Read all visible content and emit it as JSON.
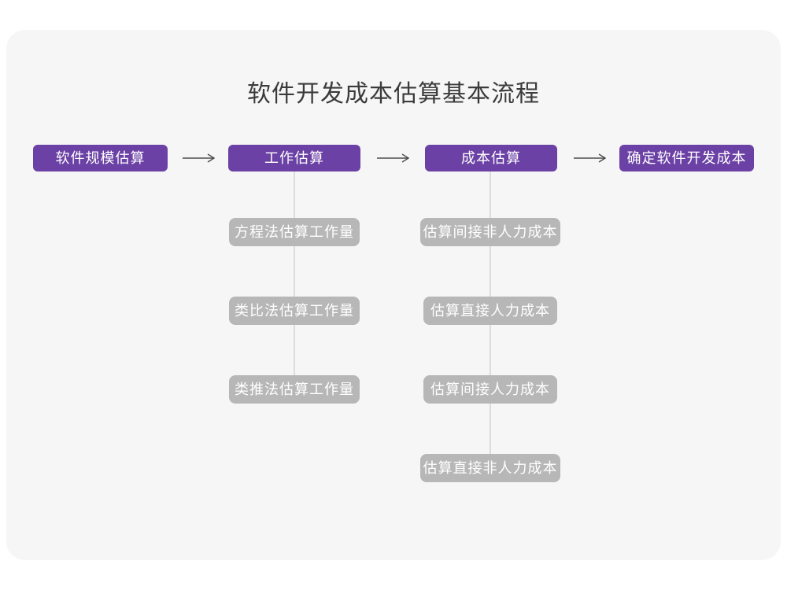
{
  "title": "软件开发成本估算基本流程",
  "colors": {
    "page_background": "#FFFFFF",
    "canvas_background": "#F6F6F6",
    "primary_node": "#6B41A5",
    "secondary_node": "#B7B7B7",
    "node_text": "#FFFFFF",
    "title_text": "#3B3B3B",
    "arrow": "#4D4D4D",
    "connector_line": "#DCDCDC"
  },
  "main_flow": {
    "steps": [
      {
        "label": "软件规模估算"
      },
      {
        "label": "工作估算"
      },
      {
        "label": "成本估算"
      },
      {
        "label": "确定软件开发成本"
      }
    ]
  },
  "work_estimation_methods": [
    "方程法估算工作量",
    "类比法估算工作量",
    "类推法估算工作量"
  ],
  "cost_estimation_steps": [
    "估算间接非人力成本",
    "估算直接人力成本",
    "估算间接人力成本",
    "估算直接非人力成本"
  ]
}
